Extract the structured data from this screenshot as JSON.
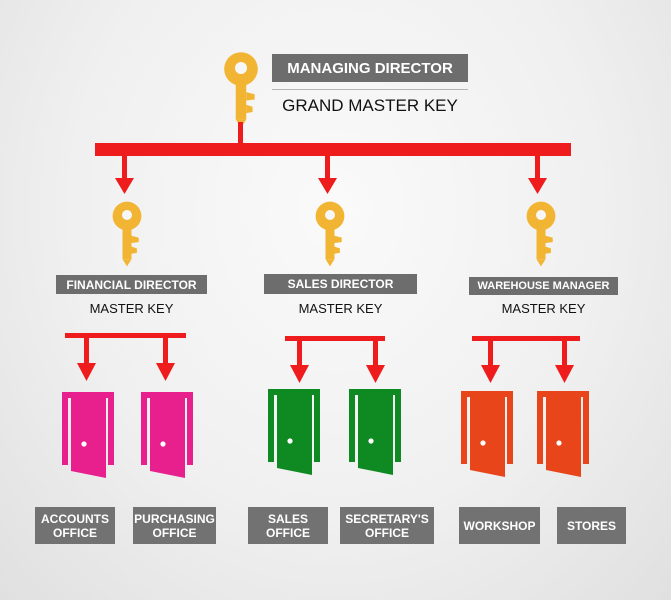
{
  "top": {
    "title": "MANAGING DIRECTOR",
    "subtitle": "GRAND MASTER KEY"
  },
  "managers": [
    {
      "title": "FINANCIAL DIRECTOR",
      "key": "MASTER KEY",
      "door_color": "#e8208e",
      "rooms": [
        "ACCOUNTS OFFICE",
        "PURCHASING OFFICE"
      ]
    },
    {
      "title": "SALES DIRECTOR",
      "key": "MASTER KEY",
      "door_color": "#0f8a22",
      "rooms": [
        "SALES OFFICE",
        "SECRETARY'S OFFICE"
      ]
    },
    {
      "title": "WAREHOUSE MANAGER",
      "key": "MASTER KEY",
      "door_color": "#e8461a",
      "rooms": [
        "WORKSHOP",
        "STORES"
      ]
    }
  ],
  "colors": {
    "connector": "#ee1c1c",
    "key_gold": "#f2b533",
    "key_gold_dark": "#d9961f",
    "label_grey": "#6d6d6d"
  }
}
